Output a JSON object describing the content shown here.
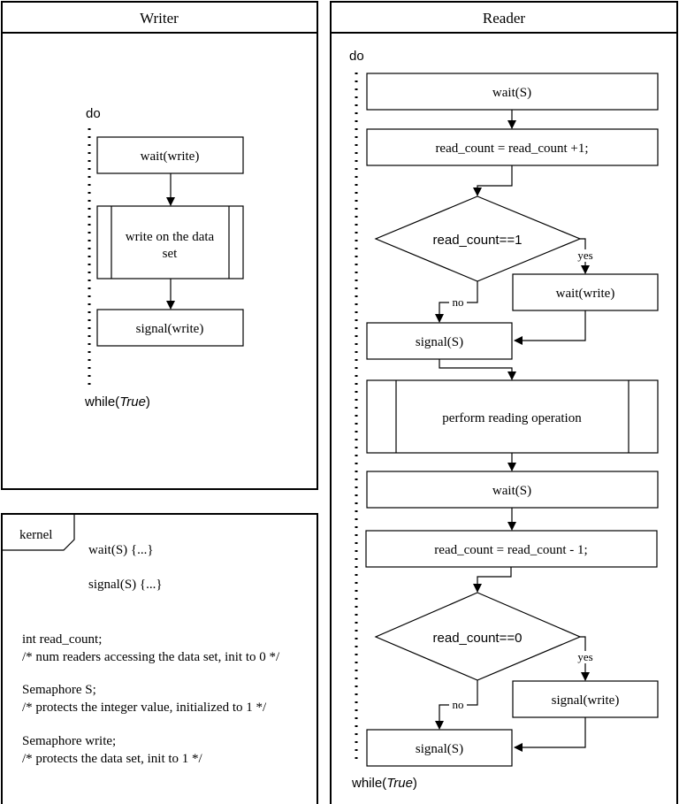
{
  "writer": {
    "title": "Writer",
    "do_label": "do",
    "wait_write": "wait(write)",
    "write_line1": "write on the data",
    "write_line2": "set",
    "signal_write": "signal(write)",
    "while_prefix": "while(",
    "while_value": "True",
    "while_suffix": ")"
  },
  "reader": {
    "title": "Reader",
    "do_label": "do",
    "wait_s_1": "wait(S)",
    "increment": "read_count = read_count +1;",
    "decision_1": "read_count==1",
    "yes_1": "yes",
    "no_1": "no",
    "wait_write": "wait(write)",
    "signal_s_1": "signal(S)",
    "perform": "perform reading operation",
    "wait_s_2": "wait(S)",
    "decrement": "read_count = read_count - 1;",
    "decision_2": "read_count==0",
    "yes_2": "yes",
    "no_2": "no",
    "signal_write": "signal(write)",
    "signal_s_2": "signal(S)",
    "while_prefix": "while(",
    "while_value": "True",
    "while_suffix": ")"
  },
  "kernel": {
    "tab_label": "kernel",
    "wait_def": "wait(S) {...}",
    "signal_def": "signal(S) {...}",
    "lines": [
      "int read_count;",
      "/* num readers accessing the data set, init to 0 */",
      "Semaphore S;",
      "/* protects the integer value, initialized to 1 */",
      "Semaphore write;",
      "/* protects the data set, init to 1 */"
    ]
  }
}
